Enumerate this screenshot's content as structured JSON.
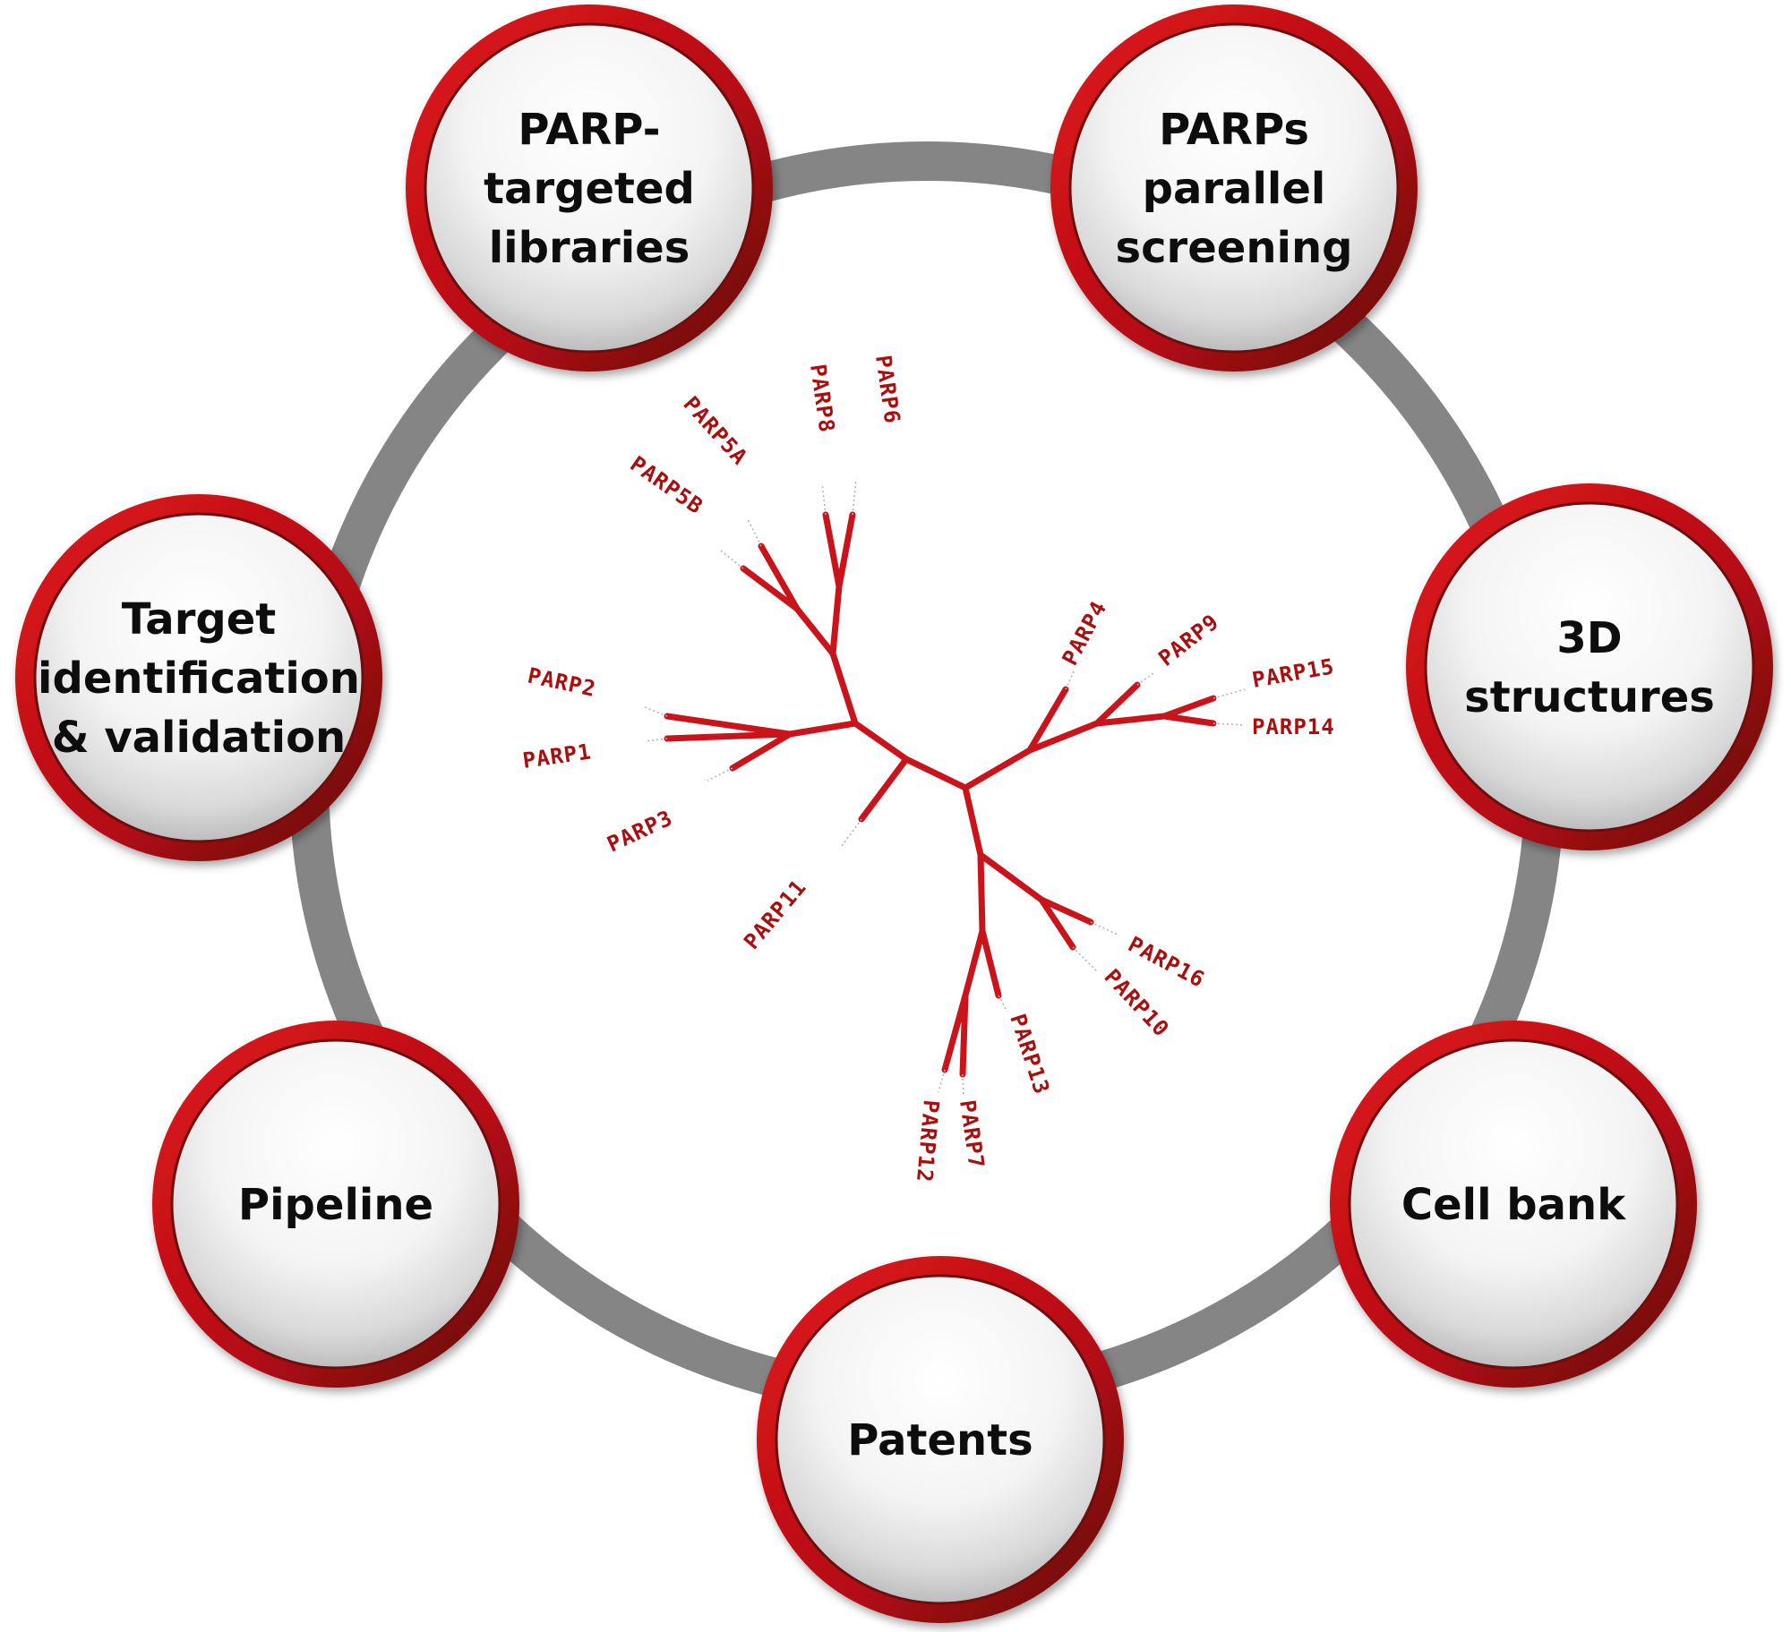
{
  "diagram": {
    "nodes": [
      {
        "id": "parp-targeted-libraries",
        "lines": [
          "PARP-",
          "targeted",
          "libraries"
        ]
      },
      {
        "id": "parps-parallel-screening",
        "lines": [
          "PARPs",
          "parallel",
          "screening"
        ]
      },
      {
        "id": "3d-structures",
        "lines": [
          "3D",
          "structures"
        ]
      },
      {
        "id": "cell-bank",
        "lines": [
          "Cell bank"
        ]
      },
      {
        "id": "patents",
        "lines": [
          "Patents"
        ]
      },
      {
        "id": "pipeline",
        "lines": [
          "Pipeline"
        ]
      },
      {
        "id": "target-identification-validation",
        "lines": [
          "Target",
          "identification",
          "& validation"
        ]
      }
    ],
    "tree_leaves": [
      "PARP1",
      "PARP2",
      "PARP3",
      "PARP4",
      "PARP5A",
      "PARP5B",
      "PARP6",
      "PARP7",
      "PARP8",
      "PARP9",
      "PARP10",
      "PARP11",
      "PARP12",
      "PARP13",
      "PARP14",
      "PARP15",
      "PARP16"
    ],
    "colors": {
      "ring": "#858585",
      "node_border": "#c8141a",
      "node_border_dark": "#6e0a0a",
      "branch": "#c8141a",
      "leaf_text": "#a81010",
      "node_text": "#111111"
    }
  }
}
